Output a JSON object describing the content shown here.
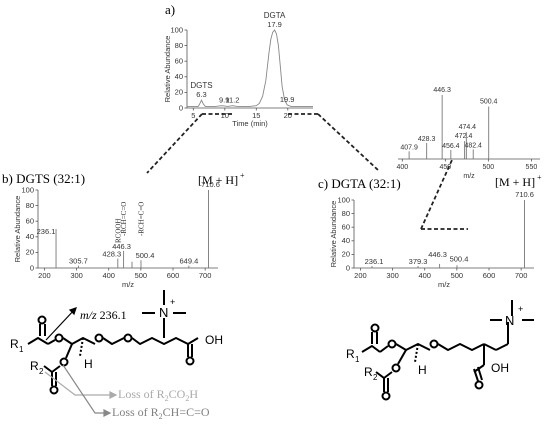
{
  "figure": {
    "panel_a": "a)",
    "panel_b": "b) DGTS  (32:1)",
    "panel_c": "c) DGTA  (32:1)",
    "mh_label_b": "[M + H]",
    "mh_label_c": "[M + H]",
    "mh_plus": "+"
  },
  "chart_data": [
    {
      "id": "a",
      "type": "line",
      "xlabel": "Time (min)",
      "ylabel": "Relative Abundance",
      "xlim": [
        4,
        24
      ],
      "ylim": [
        0,
        100
      ],
      "xticks": [
        5,
        10,
        15,
        20
      ],
      "yticks": [
        0,
        20,
        40,
        60,
        80,
        100
      ],
      "x": [
        4,
        5,
        5.8,
        6.0,
        6.3,
        6.6,
        6.9,
        7.5,
        8.5,
        9.5,
        10.5,
        11.2,
        12,
        13,
        14,
        15,
        15.5,
        16,
        16.5,
        17,
        17.3,
        17.6,
        17.9,
        18.2,
        18.5,
        18.8,
        19.1,
        19.5,
        19.9,
        20.5,
        21.5,
        23,
        24
      ],
      "y": [
        2,
        2,
        2,
        5,
        10,
        5,
        2,
        2,
        2,
        3,
        2,
        3,
        2,
        2,
        2,
        3,
        6,
        15,
        35,
        70,
        88,
        97,
        100,
        95,
        80,
        55,
        28,
        10,
        4,
        2,
        2,
        2,
        2
      ],
      "annotations": [
        {
          "x": 6.3,
          "y": 10,
          "label": "6.3",
          "name": "DGTS"
        },
        {
          "x": 9.9,
          "y": 3,
          "label": "9.9"
        },
        {
          "x": 11.2,
          "y": 3,
          "label": "11.2"
        },
        {
          "x": 17.9,
          "y": 100,
          "label": "17.9",
          "name": "DGTA"
        },
        {
          "x": 19.9,
          "y": 4,
          "label": "19.9"
        }
      ]
    },
    {
      "id": "b",
      "type": "bar",
      "xlabel": "m/z",
      "ylabel": "Relative Abundance",
      "xlim": [
        180,
        740
      ],
      "ylim": [
        0,
        100
      ],
      "xticks": [
        200,
        300,
        400,
        500,
        600,
        700
      ],
      "yticks": [
        0,
        20,
        40,
        60,
        80,
        100
      ],
      "peaks": [
        {
          "mz": 236.1,
          "intensity": 50,
          "label": "236.1"
        },
        {
          "mz": 305.7,
          "intensity": 3,
          "label": "305.7"
        },
        {
          "mz": 428.3,
          "intensity": 12,
          "label": "428.3"
        },
        {
          "mz": 446.3,
          "intensity": 22,
          "label": "446.3"
        },
        {
          "mz": 472.4,
          "intensity": 8,
          "label": ""
        },
        {
          "mz": 500.4,
          "intensity": 10,
          "label": "500.4"
        },
        {
          "mz": 649.4,
          "intensity": 3,
          "label": "649.4"
        },
        {
          "mz": 710.6,
          "intensity": 100,
          "label": "710.6"
        }
      ],
      "fragment_labels": [
        "RCOOH",
        "-RCH=C=O",
        "-RCH=C=O"
      ]
    },
    {
      "id": "c",
      "type": "bar",
      "xlabel": "m/z",
      "ylabel": "Relative Abundance",
      "xlim": [
        180,
        740
      ],
      "ylim": [
        0,
        100
      ],
      "xticks": [
        200,
        300,
        400,
        500,
        600,
        700
      ],
      "yticks": [
        0,
        20,
        40,
        60,
        80,
        100
      ],
      "peaks": [
        {
          "mz": 236.1,
          "intensity": 3,
          "label": "236.1"
        },
        {
          "mz": 379.3,
          "intensity": 3,
          "label": "379.3"
        },
        {
          "mz": 446.3,
          "intensity": 6,
          "label": "446.3"
        },
        {
          "mz": 500.4,
          "intensity": 4,
          "label": "500.4"
        },
        {
          "mz": 710.6,
          "intensity": 100,
          "label": "710.6"
        }
      ]
    },
    {
      "id": "c-inset",
      "type": "bar",
      "xlabel": "m/z",
      "xlim": [
        395,
        560
      ],
      "ylim": [
        0,
        100
      ],
      "xticks": [
        400,
        450,
        500,
        550
      ],
      "peaks": [
        {
          "mz": 407.9,
          "intensity": 12,
          "label": "407.9"
        },
        {
          "mz": 428.3,
          "intensity": 25,
          "label": "428.3"
        },
        {
          "mz": 446.3,
          "intensity": 100,
          "label": "446.3"
        },
        {
          "mz": 456.4,
          "intensity": 14,
          "label": "456.4"
        },
        {
          "mz": 472.4,
          "intensity": 28,
          "label": "472.4"
        },
        {
          "mz": 474.4,
          "intensity": 42,
          "label": "474.4"
        },
        {
          "mz": 482.4,
          "intensity": 15,
          "label": "482.4"
        },
        {
          "mz": 500.4,
          "intensity": 82,
          "label": "500.4"
        }
      ]
    }
  ],
  "structure_dgts": {
    "r1": "R",
    "r1_sub": "1",
    "r2": "R",
    "r2_sub": "2",
    "h": "H",
    "oh": "OH",
    "n": "N",
    "n_charge": "+",
    "mz_prefix": "m/z",
    "mz_value": " 236.1",
    "loss1_prefix": "Loss of R",
    "loss1_sub": "2",
    "loss1_suffix": "CO",
    "loss1_sub2": "2",
    "loss1_end": "H",
    "loss2_prefix": "Loss of R",
    "loss2_sub": "2",
    "loss2_suffix": "CH=C=O"
  },
  "structure_dgta": {
    "r1": "R",
    "r1_sub": "1",
    "r2": "R",
    "r2_sub": "2",
    "h": "H",
    "oh": "OH",
    "n": "N",
    "n_charge": "+"
  }
}
